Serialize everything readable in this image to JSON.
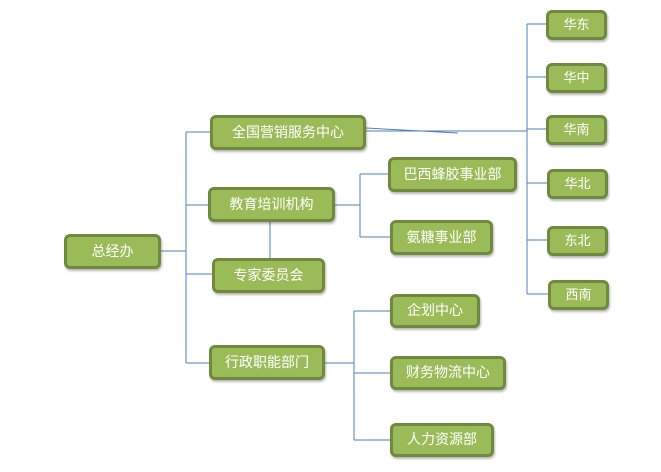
{
  "org_chart": {
    "root": {
      "label": "总经办"
    },
    "departments": {
      "sales_center": {
        "label": "全国营销服务中心"
      },
      "training": {
        "label": "教育培训机构"
      },
      "expert_committee": {
        "label": "专家委员会"
      },
      "admin": {
        "label": "行政职能部门"
      }
    },
    "divisions": {
      "propolis": {
        "label": "巴西蜂胶事业部"
      },
      "glucosamine": {
        "label": "氨糖事业部"
      }
    },
    "regions": [
      {
        "label": "华东"
      },
      {
        "label": "华中"
      },
      {
        "label": "华南"
      },
      {
        "label": "华北"
      },
      {
        "label": "东北"
      },
      {
        "label": "西南"
      }
    ],
    "admin_units": [
      {
        "label": "企划中心"
      },
      {
        "label": "财务物流中心"
      },
      {
        "label": "人力资源部"
      }
    ]
  },
  "colors": {
    "node_fill": "#9bbb59",
    "node_border": "#71893f",
    "node_text": "#ffffff",
    "connector": "#4f81bd"
  }
}
